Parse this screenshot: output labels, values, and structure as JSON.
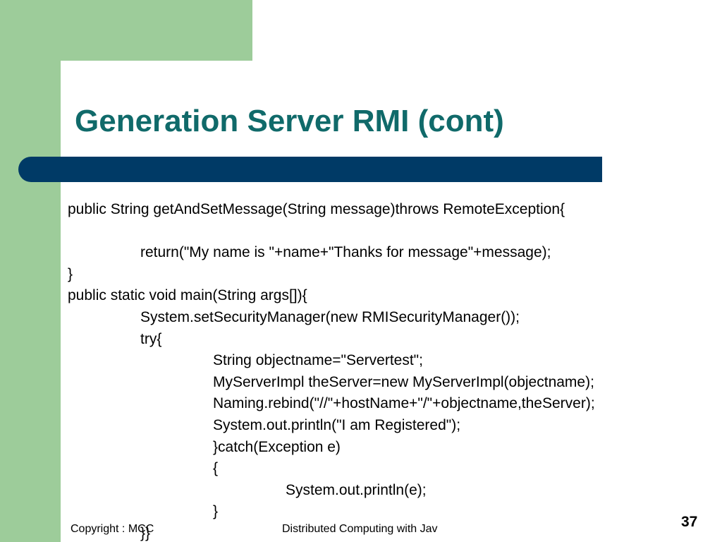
{
  "slide": {
    "title": "Generation Server RMI (cont)",
    "code_lines": [
      {
        "indent": 0,
        "text": "public String getAndSetMessage(String message)throws RemoteException{"
      },
      {
        "indent": 0,
        "text": ""
      },
      {
        "indent": 1,
        "text": "return(\"My name is \"+name+\"Thanks for message\"+message);"
      },
      {
        "indent": 0,
        "text": "}"
      },
      {
        "indent": 0,
        "text": "public static void main(String args[]){"
      },
      {
        "indent": 1,
        "text": "System.setSecurityManager(new RMISecurityManager());"
      },
      {
        "indent": 1,
        "text": "try{"
      },
      {
        "indent": 2,
        "text": "String objectname=\"Servertest\";"
      },
      {
        "indent": 2,
        "text": "MyServerImpl theServer=new MyServerImpl(objectname);"
      },
      {
        "indent": 2,
        "text": "Naming.rebind(\"//\"+hostName+\"/\"+objectname,theServer);"
      },
      {
        "indent": 2,
        "text": "System.out.println(\"I am Registered\");"
      },
      {
        "indent": 2,
        "text": "}catch(Exception e)"
      },
      {
        "indent": 2,
        "text": "{"
      },
      {
        "indent": 3,
        "text": "System.out.println(e);"
      },
      {
        "indent": 2,
        "text": "}"
      },
      {
        "indent": 1,
        "text": "}}"
      }
    ]
  },
  "footer": {
    "copyright": "Copyright : MCC",
    "course": "Distributed Computing with Jav",
    "page_number": "37"
  },
  "colors": {
    "accent_green": "#9dcc9a",
    "title_teal": "#106a6a",
    "bar_navy": "#003a66"
  }
}
